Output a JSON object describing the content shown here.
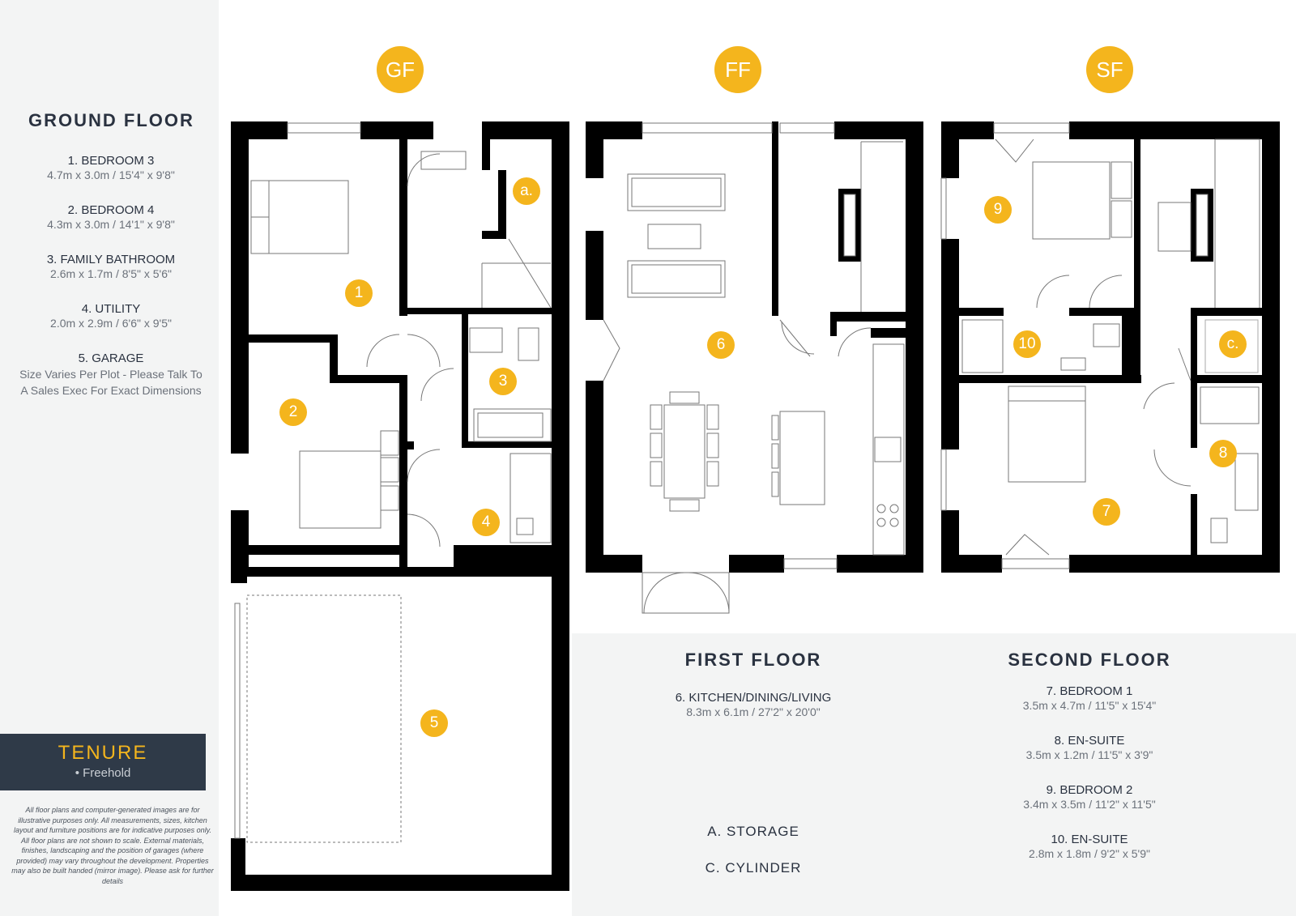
{
  "floor_badges": {
    "ground": "GF",
    "first": "FF",
    "second": "SF"
  },
  "ground_floor": {
    "heading": "GROUND FLOOR",
    "rooms": [
      {
        "number": "1",
        "name": "1. BEDROOM 3",
        "dims": "4.7m x 3.0m / 15'4\" x 9'8\""
      },
      {
        "number": "2",
        "name": "2. BEDROOM 4",
        "dims": "4.3m x 3.0m / 14'1\" x 9'8\""
      },
      {
        "number": "3",
        "name": "3. FAMILY BATHROOM",
        "dims": "2.6m x 1.7m / 8'5\" x 5'6\""
      },
      {
        "number": "4",
        "name": "4. UTILITY",
        "dims": "2.0m x 2.9m / 6'6\" x 9'5\""
      },
      {
        "number": "5",
        "name": "5. GARAGE",
        "dims": "Size Varies Per Plot - Please Talk To A Sales Exec For Exact Dimensions"
      }
    ],
    "storage_badge": "a."
  },
  "first_floor": {
    "heading": "FIRST FLOOR",
    "rooms": [
      {
        "number": "6",
        "name": "6. KITCHEN/DINING/LIVING",
        "dims": "8.3m x 6.1m / 27'2\" x 20'0\""
      }
    ],
    "extras": [
      "A. STORAGE",
      "C. CYLINDER"
    ]
  },
  "second_floor": {
    "heading": "SECOND FLOOR",
    "rooms": [
      {
        "number": "7",
        "name": "7. BEDROOM 1",
        "dims": "3.5m x 4.7m / 11'5\" x 15'4\""
      },
      {
        "number": "8",
        "name": "8. EN-SUITE",
        "dims": "3.5m x 1.2m / 11'5\" x 3'9\""
      },
      {
        "number": "9",
        "name": "9. BEDROOM 2",
        "dims": "3.4m x 3.5m / 11'2\" x 11'5\""
      },
      {
        "number": "10",
        "name": "10. EN-SUITE",
        "dims": "2.8m x 1.8m / 9'2\" x 5'9\""
      }
    ],
    "cylinder_badge": "c."
  },
  "tenure": {
    "title": "TENURE",
    "value": "• Freehold"
  },
  "disclaimer": "All floor plans and computer-generated images are for illustrative purposes only. All measurements, sizes, kitchen layout and furniture positions are for indicative purposes only. All floor plans are not shown to scale. External materials, finishes, landscaping and the position of garages (where provided) may vary throughout the development. Properties may also be built handed (mirror image). Please ask for further details",
  "colors": {
    "accent": "#f4b51d",
    "wall": "#000000",
    "panel": "#f3f4f4",
    "tenure_bg": "#2f3a48"
  }
}
